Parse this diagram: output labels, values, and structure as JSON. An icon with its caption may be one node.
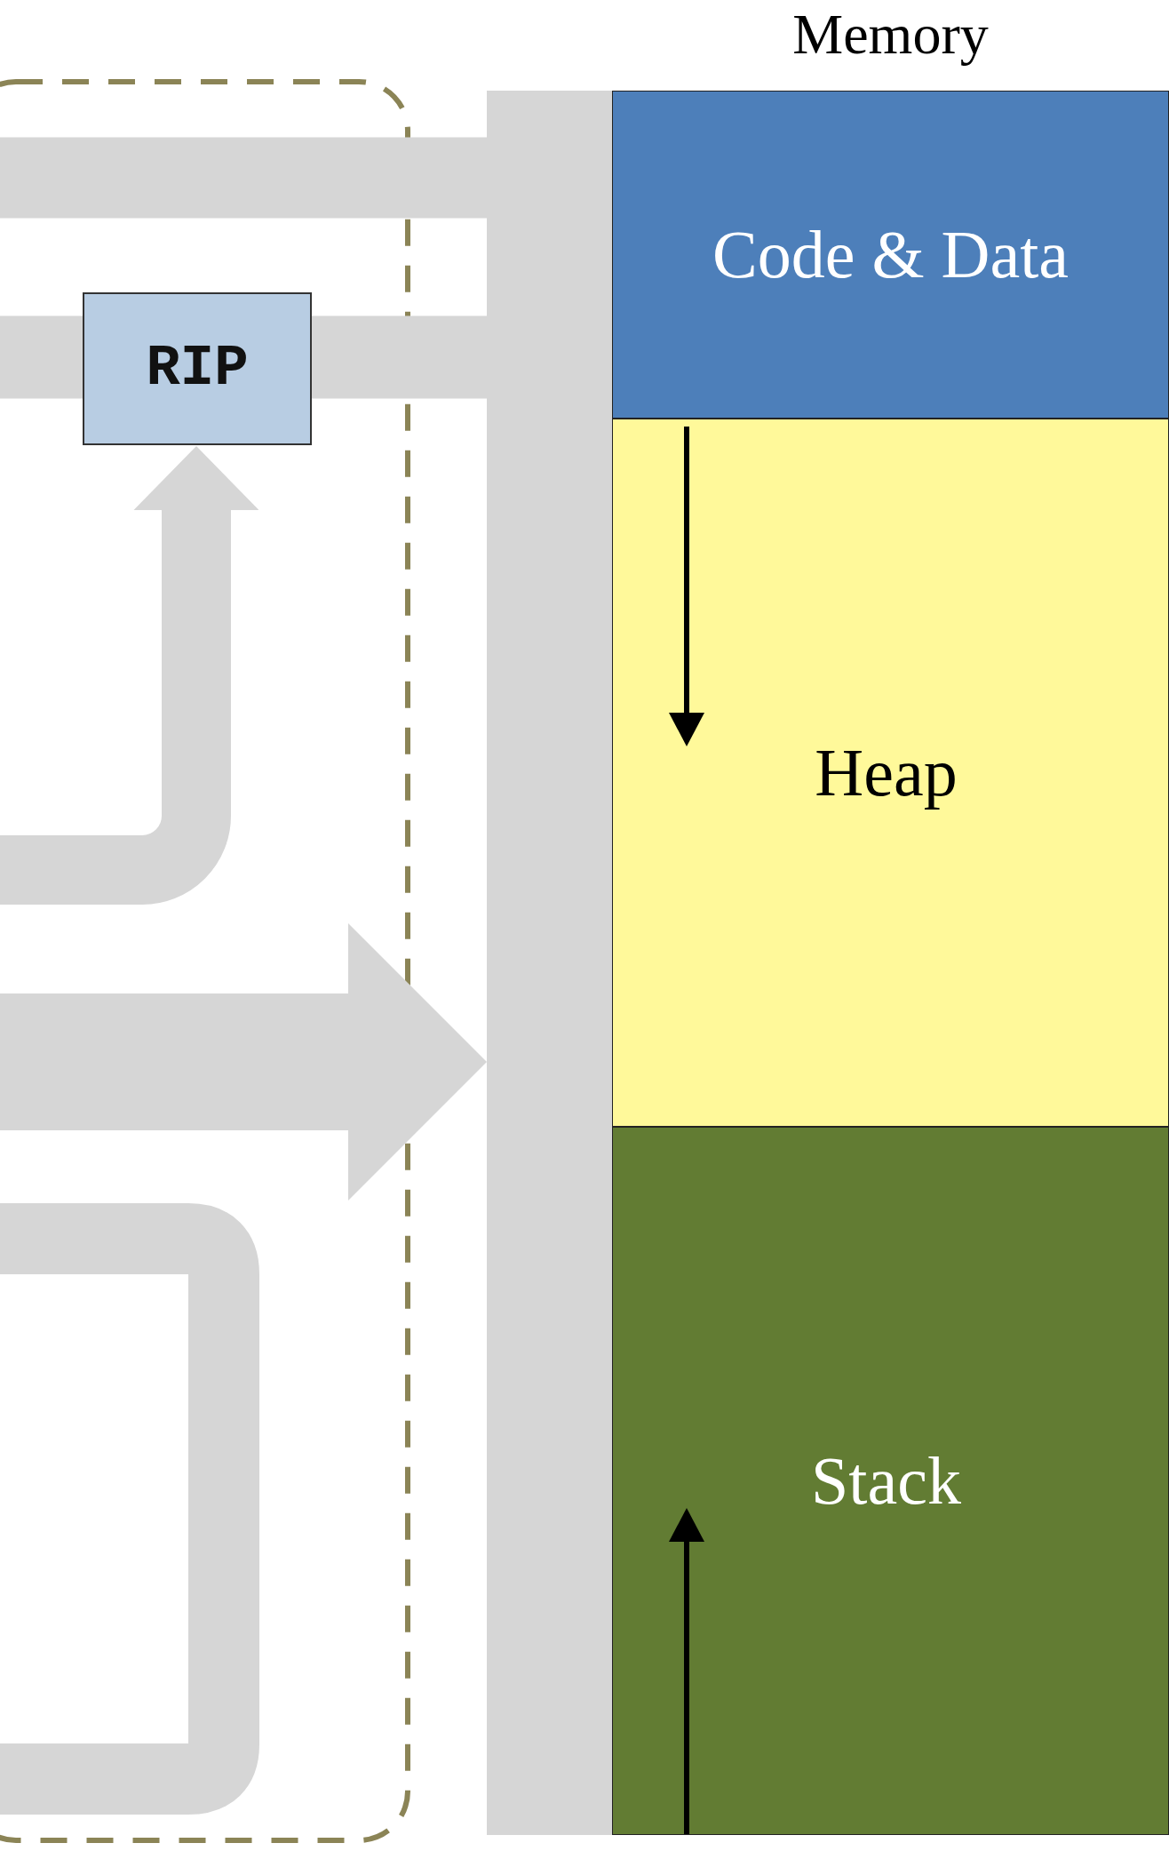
{
  "diagram": {
    "title": "Memory",
    "nodes": [
      {
        "text": [],
        "shape": "box"
      },
      {
        "text": [
          "RIP"
        ],
        "in": 0
      },
      {
        "text": [],
        "shape": "bar"
      },
      {
        "text": [
          "Code & Data"
        ]
      },
      {
        "text": [
          "Heap"
        ]
      },
      {
        "text": [
          "Stack"
        ]
      }
    ],
    "edges": [
      {
        "from": null,
        "to": 2,
        "arrow": "none"
      },
      {
        "from": null,
        "to": 1,
        "arrow": "none"
      },
      {
        "from": 1,
        "to": 2,
        "arrow": "none"
      },
      {
        "from": null,
        "to": 1,
        "arrow": "to"
      },
      {
        "from": null,
        "to": 2,
        "arrow": "to"
      }
    ]
  }
}
